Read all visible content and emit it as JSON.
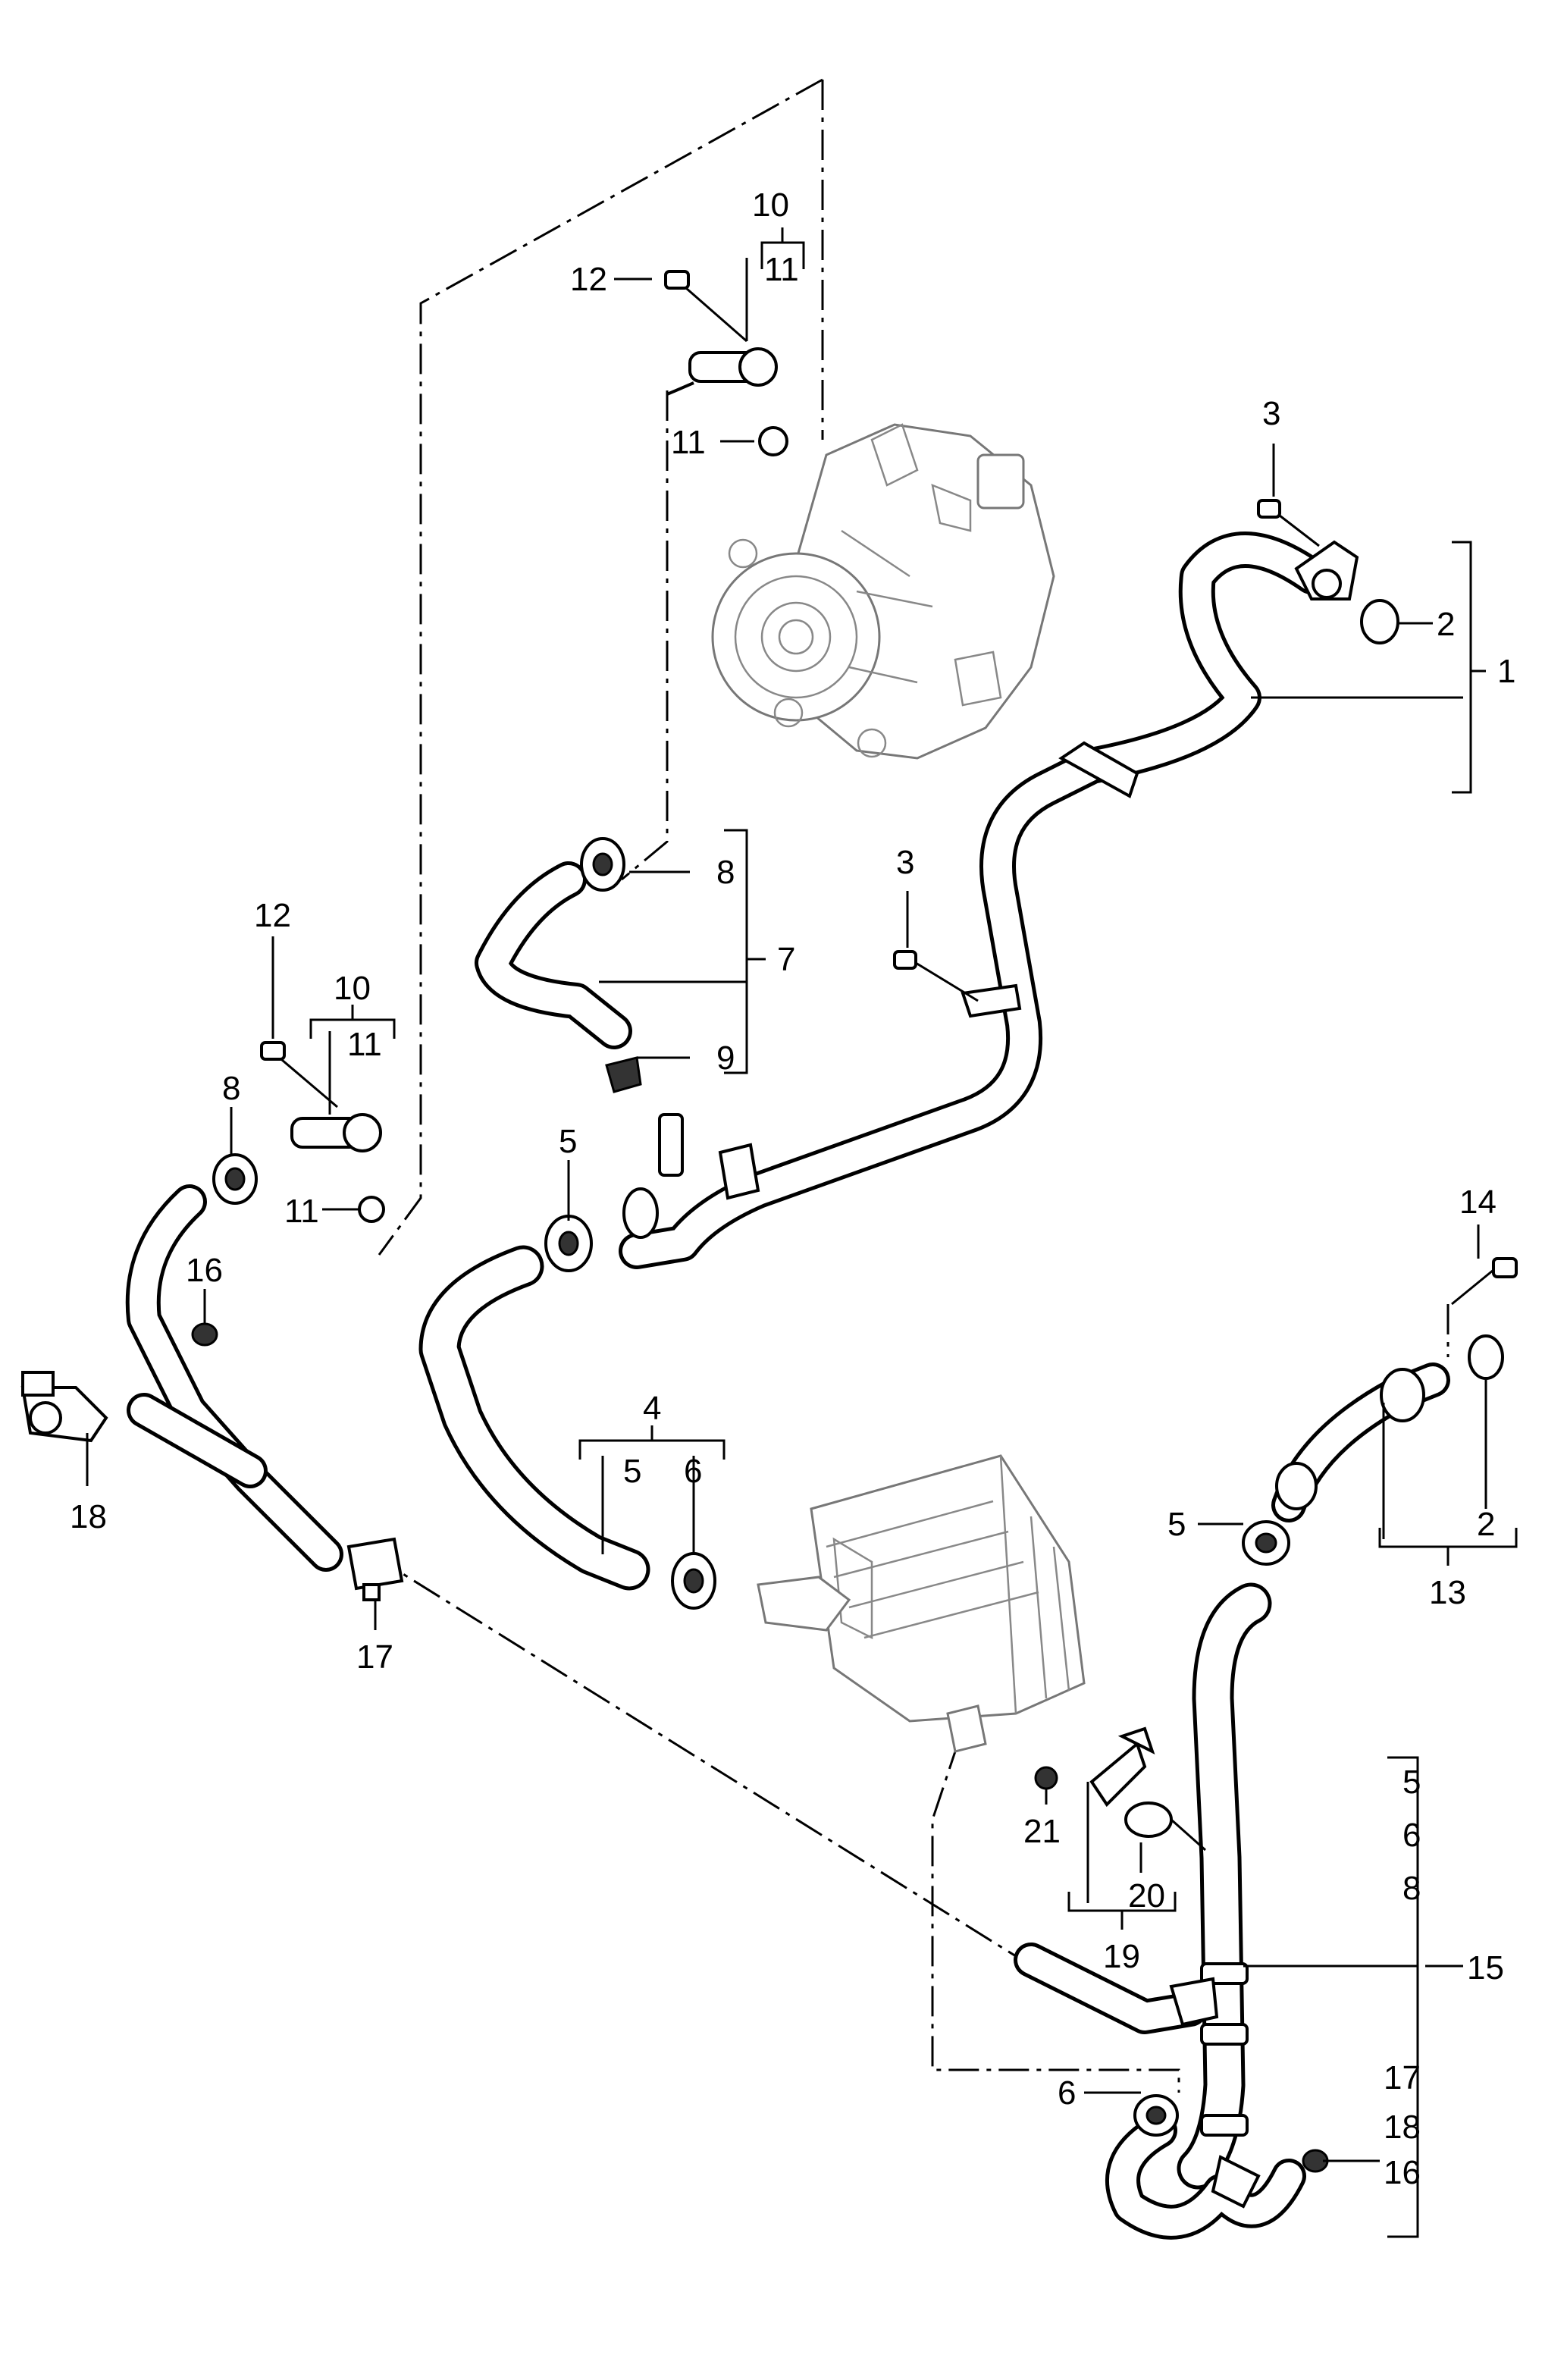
{
  "callouts": {
    "c1": "1",
    "c2a": "2",
    "c2b": "2",
    "c3a": "3",
    "c3b": "3",
    "c4": "4",
    "c5a": "5",
    "c5b": "5",
    "c5c": "5",
    "c5d": "5",
    "c6a": "6",
    "c6b": "6",
    "c6c": "6",
    "c7": "7",
    "c8a": "8",
    "c8b": "8",
    "c8c": "8",
    "c9": "9",
    "c10a": "10",
    "c10b": "10",
    "c11a": "11",
    "c11b": "11",
    "c11c": "11",
    "c11d": "11",
    "c12a": "12",
    "c12b": "12",
    "c13": "13",
    "c14": "14",
    "c15": "15",
    "c16a": "16",
    "c16b": "16",
    "c17a": "17",
    "c17b": "17",
    "c18a": "18",
    "c18b": "18",
    "c19": "19",
    "c20": "20",
    "c21": "21"
  }
}
